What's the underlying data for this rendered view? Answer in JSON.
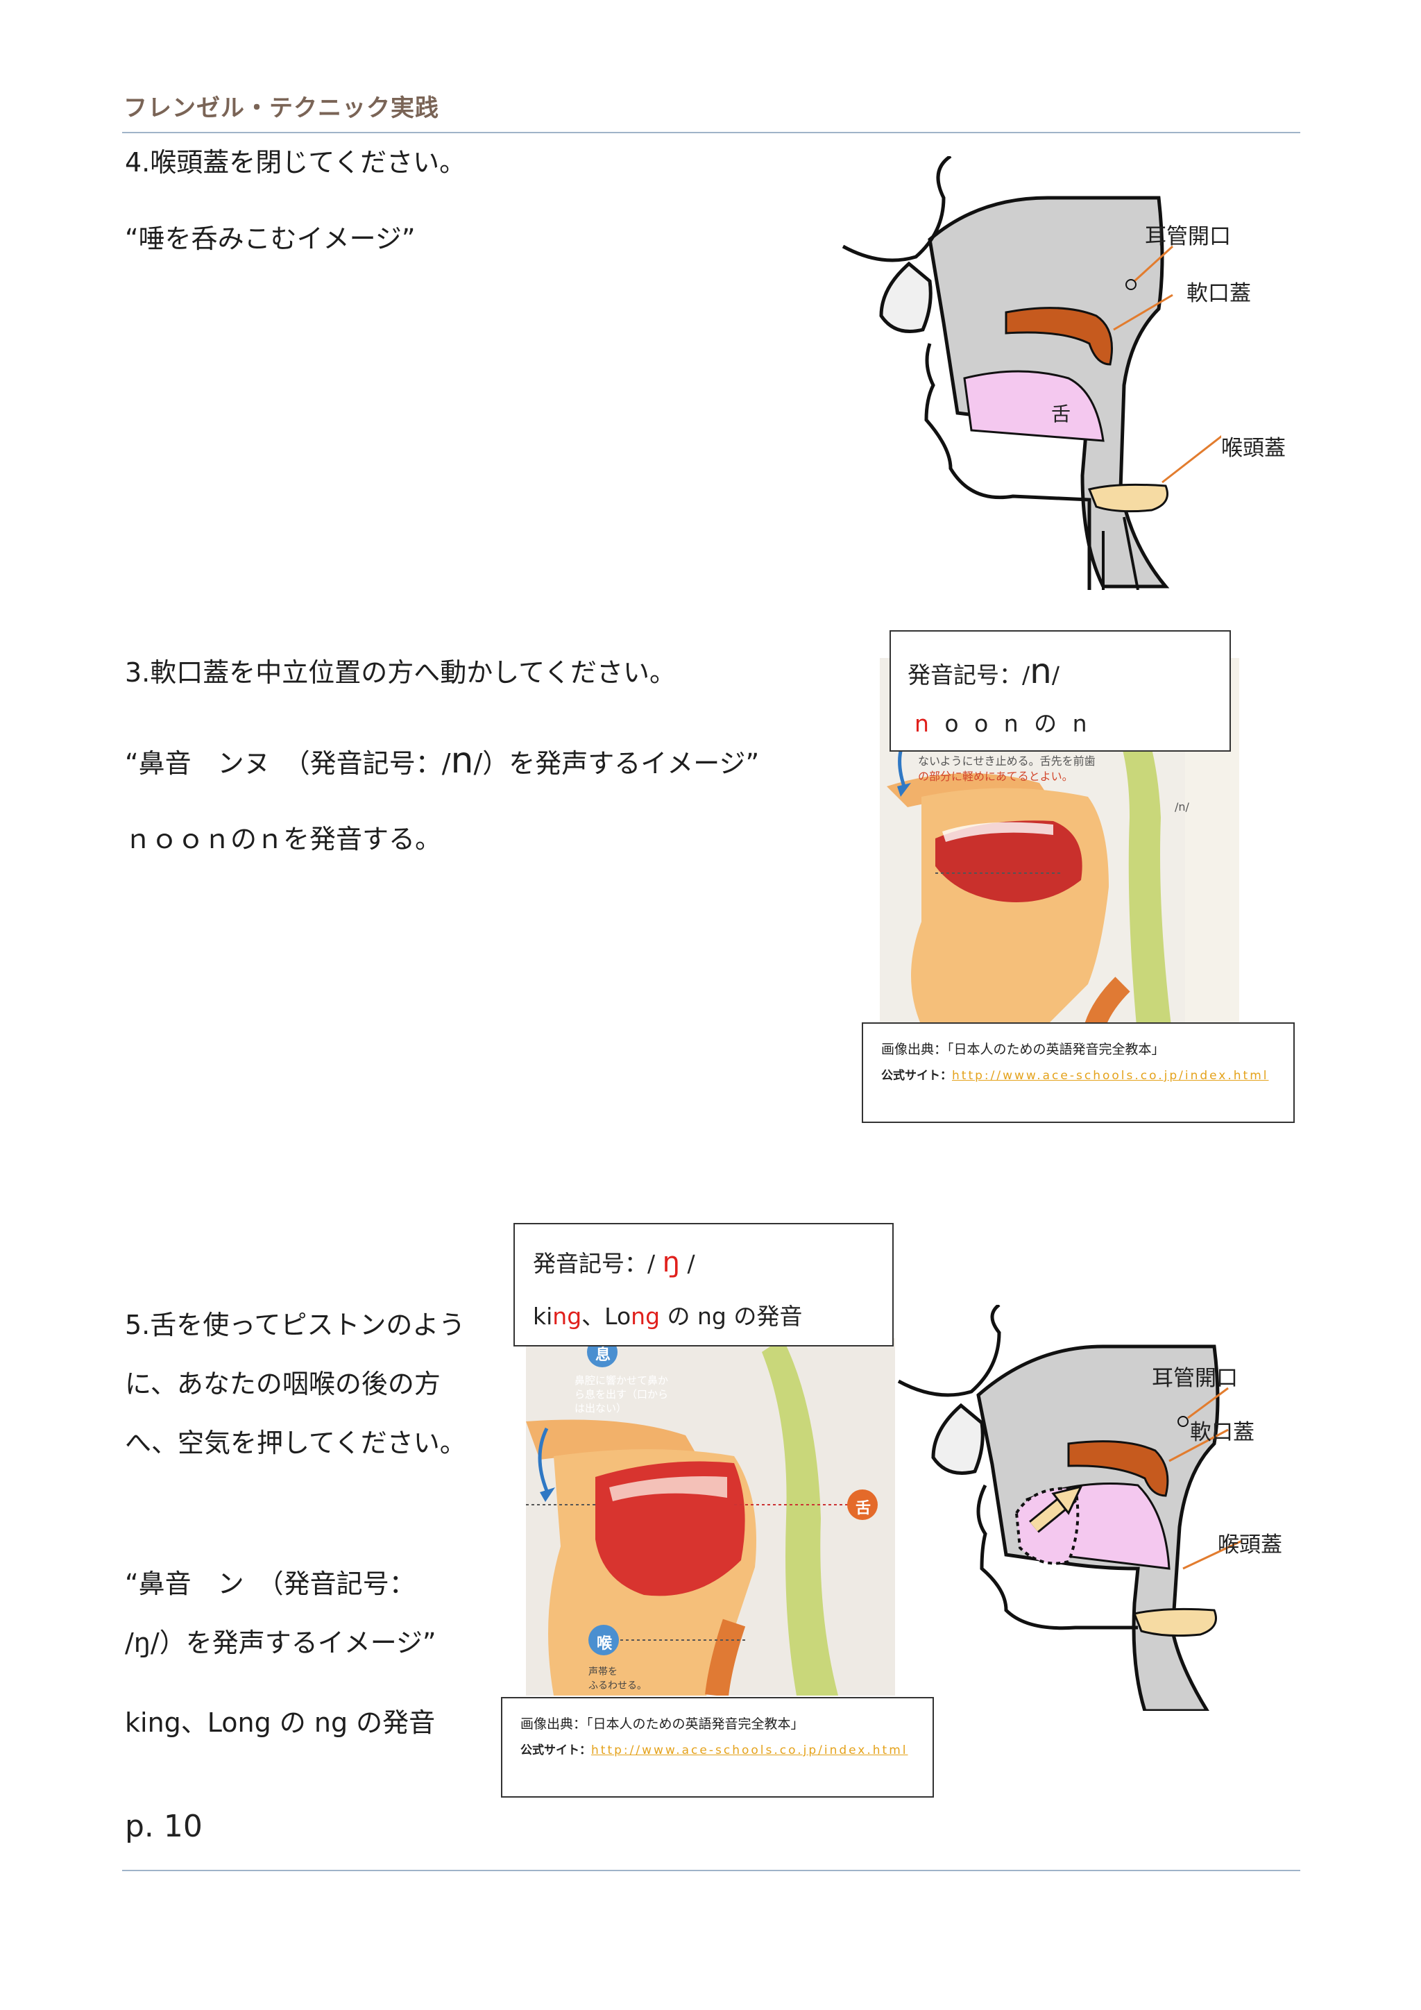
{
  "header": {
    "title": "フレンゼル・テクニック実践"
  },
  "section4": {
    "heading": "4.喉頭蓋を閉じてください。",
    "image_caption": "“唾を呑みこむイメージ”",
    "diagram_labels": {
      "eustachian": "耳管開口",
      "soft_palate": "軟口蓋",
      "tongue": "舌",
      "epiglottis": "喉頭蓋"
    }
  },
  "section3": {
    "heading": "3.軟口蓋を中立位置の方へ動かしてください。",
    "line1_pre": "“鼻音　ンヌ　（発音記号：/",
    "line1_symbol": "n",
    "line1_post": "/）を発声するイメージ”",
    "line2": "ｎｏｏｎのｎを発音する。",
    "phonetic_box": {
      "prefix": "発音記号：/",
      "symbol": "n",
      "suffix": "/",
      "example_red": "n",
      "example_rest": " o o n の n"
    },
    "photo_text": {
      "line1": "ないようにせき止める。舌先を前歯",
      "line2": "の部分に軽めにあてるとよい。",
      "mark": "/n/"
    },
    "source": {
      "title": "画像出典：「日本人のための英語発音完全教本」",
      "site_label": "公式サイト：",
      "url": "http://www.ace-schools.co.jp/index.html"
    }
  },
  "section5": {
    "heading_lines": [
      "5.舌を使ってピストンのよう",
      "に、あなたの咽喉の後の方",
      "へ、空気を押してください。"
    ],
    "image_lines": [
      "“鼻音　ン　（発音記号：",
      "/ŋ/）を発声するイメージ”"
    ],
    "example": "king、Long の ng の発音",
    "phonetic_box": {
      "prefix": "発音記号：/ ",
      "symbol": "ŋ",
      "suffix": " /",
      "ex_ki": "ki",
      "ex_ng1": "ng",
      "ex_sep": "、Lo",
      "ex_ng2": "ng",
      "ex_rest": " の ng の発音"
    },
    "photo_text": {
      "breath": "息",
      "breath_note1": "鼻腔に響かせて鼻か",
      "breath_note2": "ら息を出す（口から",
      "breath_note3": "は出ない）",
      "tongue": "舌",
      "throat": "喉",
      "throat_note1": "声帯を",
      "throat_note2": "ふるわせる。"
    },
    "source": {
      "title": "画像出典：「日本人のための英語発音完全教本」",
      "site_label": "公式サイト：",
      "url": "http://www.ace-schools.co.jp/index.html"
    },
    "diagram_labels": {
      "eustachian": "耳管開口",
      "soft_palate": "軟口蓋",
      "epiglottis": "喉頭蓋"
    }
  },
  "footer": {
    "page": "p. 10"
  },
  "colors": {
    "header": "#7a6456",
    "rule": "#9fb3c8",
    "accent_red": "#e0201c",
    "url": "#e4a21b",
    "palate": "#c65a1e",
    "tongue": "#f4c8ef"
  }
}
